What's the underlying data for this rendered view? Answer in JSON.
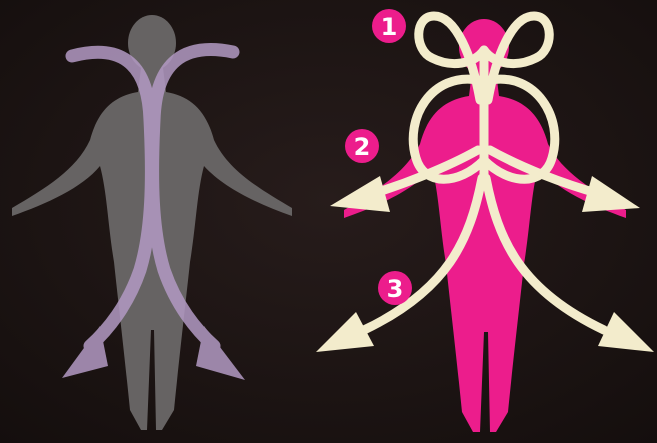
{
  "colors": {
    "background": "#1c1413",
    "gray_figure": "#666363",
    "pink_figure": "#ec1d8c",
    "purple_arrow": "#b39ac4",
    "cream_arrow": "#f3eccc",
    "badge_fill": "#ec1d8c",
    "badge_text": "#ffffff"
  },
  "steps": [
    {
      "label": "1"
    },
    {
      "label": "2"
    },
    {
      "label": "3"
    }
  ]
}
